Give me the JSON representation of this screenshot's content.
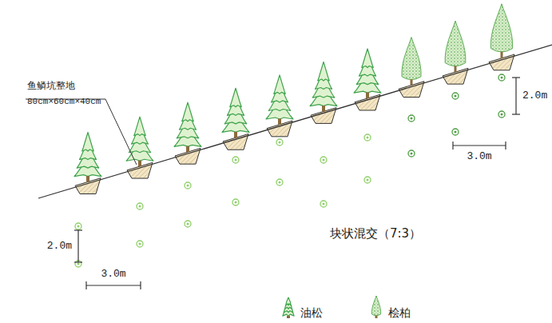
{
  "diagram": {
    "labels": [
      "鱼鳞坑整地",
      "80cm×60cm×40cm",
      "2.0m",
      "3.0m",
      "2.0m",
      "3.0m",
      "块状混交（7:3）"
    ],
    "legend": [
      {
        "text": "油松"
      },
      {
        "text": "桧柏"
      }
    ]
  }
}
